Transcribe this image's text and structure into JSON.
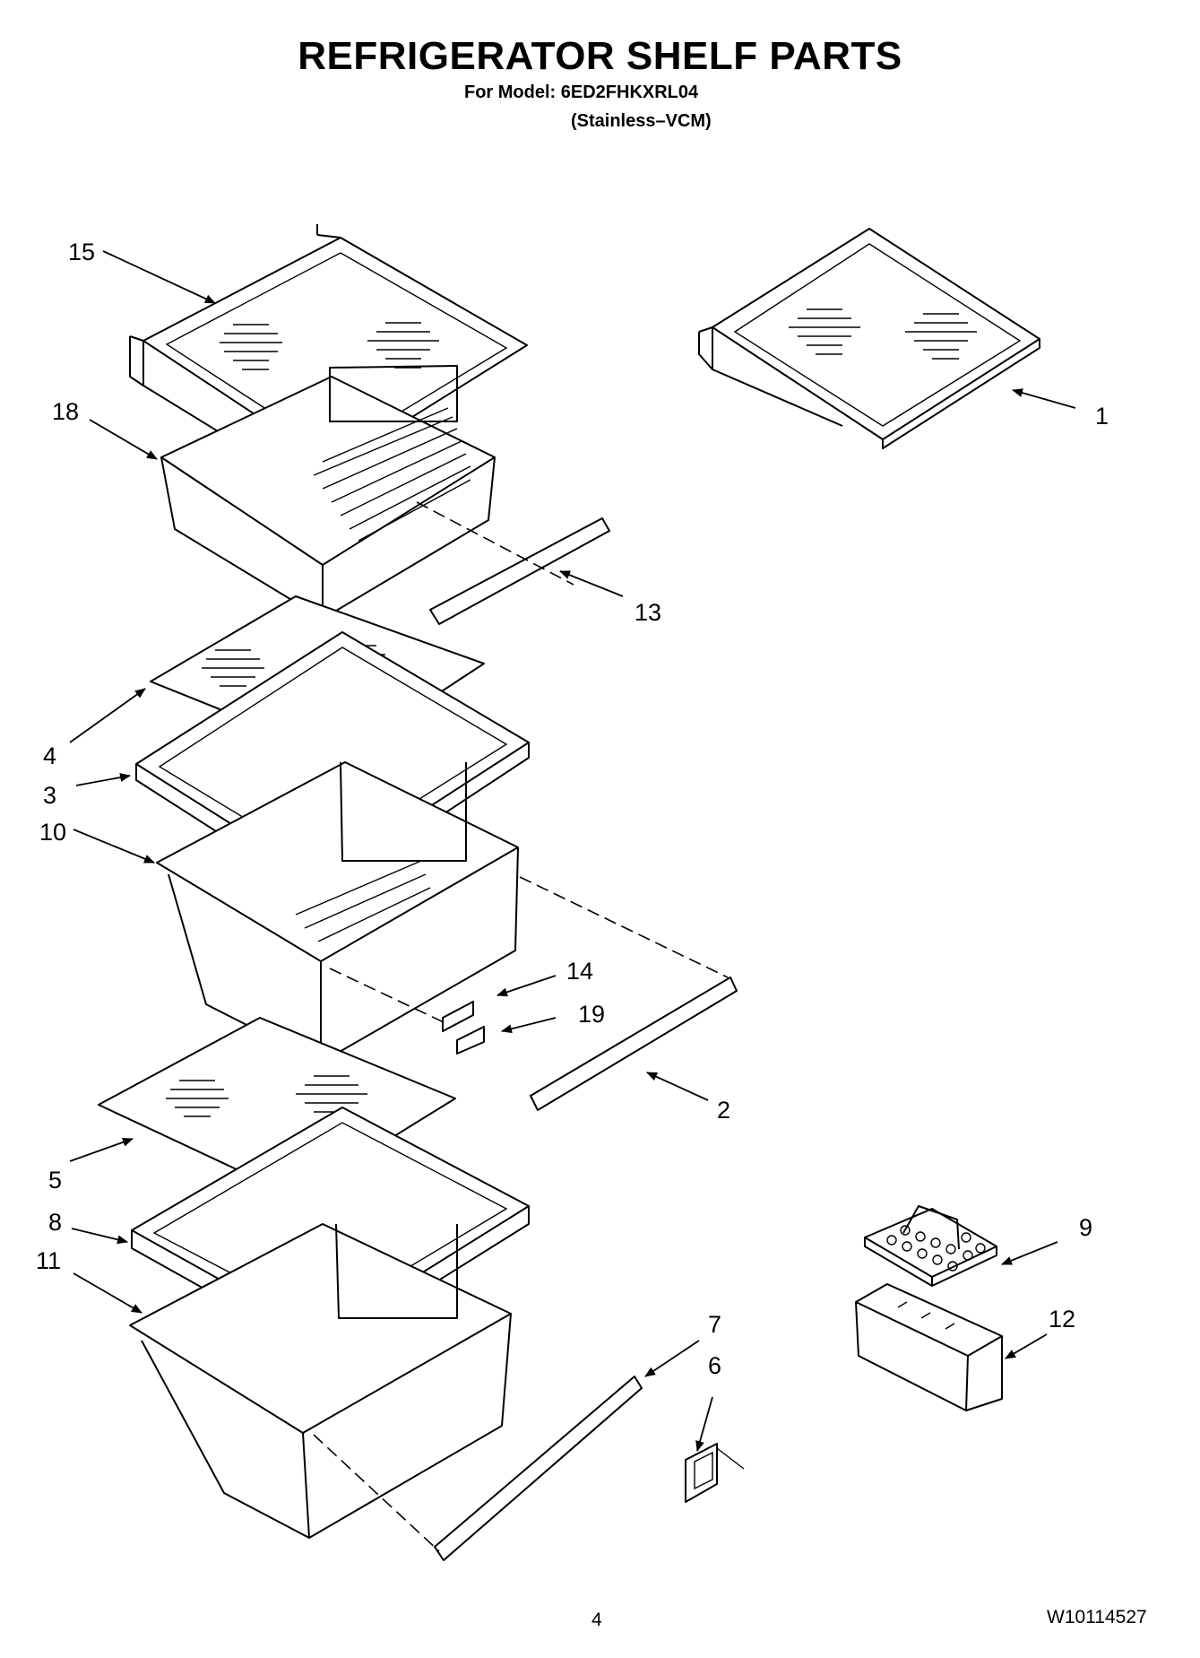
{
  "header": {
    "title": "REFRIGERATOR SHELF PARTS",
    "model_line": "For Model: 6ED2FHKXRL04",
    "variant_line": "(Stainless–VCM)"
  },
  "callouts": {
    "c1": "1",
    "c2": "2",
    "c3": "3",
    "c4": "4",
    "c5": "5",
    "c6": "6",
    "c7": "7",
    "c8": "8",
    "c9": "9",
    "c10": "10",
    "c11": "11",
    "c12": "12",
    "c13": "13",
    "c14": "14",
    "c15": "15",
    "c18": "18",
    "c19": "19"
  },
  "footer": {
    "page_number": "4",
    "document_number": "W10114527"
  }
}
